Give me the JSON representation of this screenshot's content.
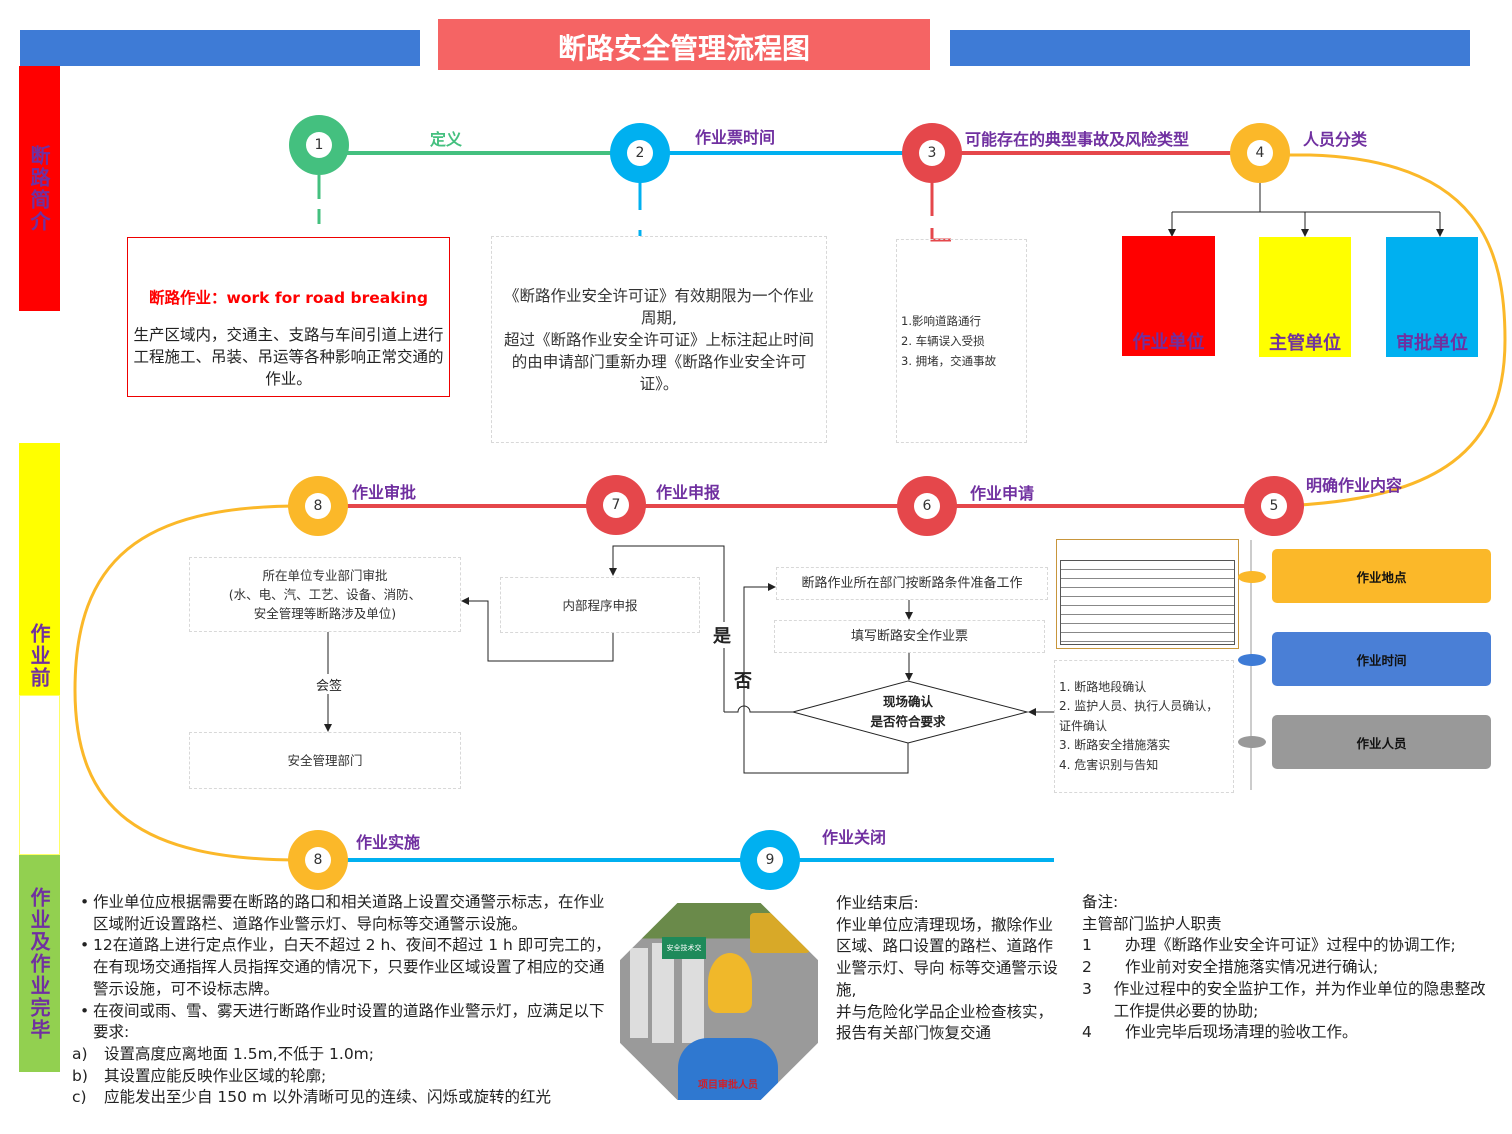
{
  "title": "断路安全管理流程图",
  "sections": [
    "断路简介",
    "作业前",
    "作业及作业完毕"
  ],
  "colors": {
    "blue_bar": "#3e7bd6",
    "title_bg": "#f56464",
    "green": "#44c07f",
    "cyan": "#00b0f0",
    "red": "#e5474b",
    "orange": "#fbb829",
    "purple": "#7030a0"
  },
  "steps": [
    {
      "num": "1",
      "label": "定义"
    },
    {
      "num": "2",
      "label": "作业票时间"
    },
    {
      "num": "3",
      "label": "可能存在的典型事故及风险类型"
    },
    {
      "num": "4",
      "label": "人员分类"
    },
    {
      "num": "5",
      "label": "明确作业内容"
    },
    {
      "num": "6",
      "label": "作业申请"
    },
    {
      "num": "7",
      "label": "作业申报"
    },
    {
      "num": "8",
      "label": "作业审批"
    },
    {
      "num": "8",
      "label": "作业实施"
    },
    {
      "num": "9",
      "label": "作业关闭"
    }
  ],
  "definition": {
    "heading": "断路作业：work for road breaking",
    "body": "生产区域内，交通主、支路与车间引道上进行工程施工、吊装、吊运等各种影响正常交通的作业。"
  },
  "ticket_time": {
    "line1": "《断路作业安全许可证》有效期限为一个作业周期,",
    "line2": "超过《断路作业安全许可证》上标注起止时间的由申请部门重新办理《断路作业安全许可证》。"
  },
  "risks": [
    "1.影响道路通行",
    "2. 车辆误入受损",
    "3. 拥堵，交通事故"
  ],
  "personnel": [
    "作业单位",
    "主管单位",
    "审批单位"
  ],
  "flow": {
    "approval": [
      "所在单位专业部门审批",
      "(水、电、汽、工艺、设备、消防、",
      "安全管理等断路涉及单位)"
    ],
    "countersign": "会签",
    "safety_dept": "安全管理部门",
    "internal": "内部程序申报",
    "prepare": "断路作业所在部门按断路条件准备工作",
    "fill": "填写断路安全作业票",
    "decision": [
      "现场确认",
      "是否符合要求"
    ],
    "yes": "是",
    "no": "否",
    "checks": [
      "1. 断路地段确认",
      "2. 监护人员、执行人员确认，证件确认",
      "3. 断路安全措施落实",
      "4. 危害识别与告知"
    ]
  },
  "content_cards": [
    "作业地点",
    "作业时间",
    "作业人员"
  ],
  "implementation": {
    "bullets": [
      "作业单位应根据需要在断路的路口和相关道路上设置交通警示标志，在作业区域附近设置路栏、道路作业警示灯、导向标等交通警示设施。",
      "12在道路上进行定点作业，白天不超过 2 h、夜间不超过 1 h 即可完工的，在有现场交通指挥人员指挥交通的情况下，只要作业区域设置了相应的交通警示设施，可不设标志牌。",
      "在夜间或雨、雪、雾天进行断路作业时设置的道路作业警示灯，应满足以下要求:"
    ],
    "subs": [
      {
        "mark": "a)",
        "text": "设置高度应离地面 1.5m,不低于 1.0m;"
      },
      {
        "mark": "b)",
        "text": "其设置应能反映作业区域的轮廓;"
      },
      {
        "mark": "c)",
        "text": "应能发出至少自 150 m 以外清晰可见的连续、闪烁或旋转的红光"
      }
    ]
  },
  "photo": {
    "vest_text": "项目审批人员",
    "sign_text": "安全技术交"
  },
  "closure": {
    "heading": "作业结束后:",
    "body": "作业单位应清理现场，撤除作业区域、路口设置的路栏、道路作业警示灯、导向 标等交通警示设施,",
    "body2": "并与危险化学品企业检查核实，报告有关部门恢复交通"
  },
  "remarks": {
    "heading": "备注:",
    "subheading": "主管部门监护人职责",
    "items": [
      {
        "n": "1",
        "text": "办理《断路作业安全许可证》过程中的协调工作;"
      },
      {
        "n": "2",
        "text": "作业前对安全措施落实情况进行确认;"
      },
      {
        "n": "3",
        "text": "作业过程中的安全监护工作，并为作业单位的隐患整改工作提供必要的协助;"
      },
      {
        "n": "4",
        "text": "作业完毕后现场清理的验收工作。"
      }
    ]
  }
}
